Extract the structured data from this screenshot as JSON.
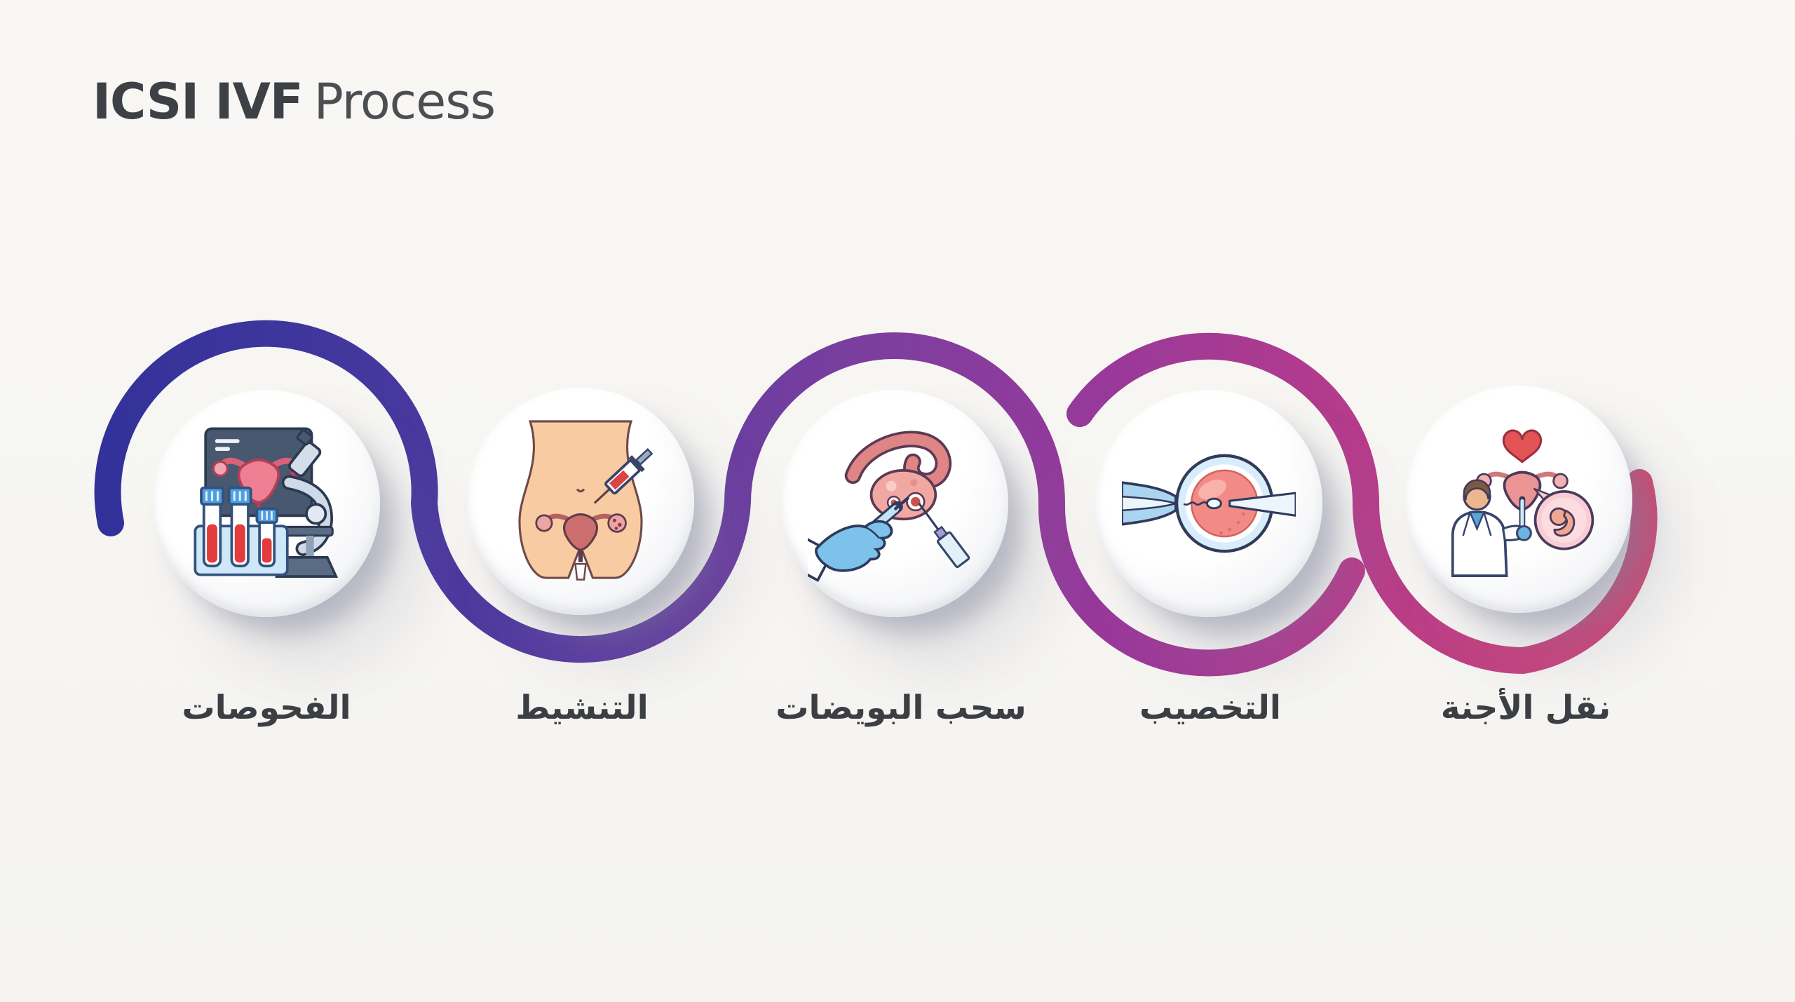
{
  "title": {
    "primary": "ICSI IVF",
    "secondary": "Process"
  },
  "steps": [
    {
      "label": "الفحوصات",
      "icon": "medical-tests-icon"
    },
    {
      "label": "التنشيط",
      "icon": "ovarian-stimulation-icon"
    },
    {
      "label": "سحب البويضات",
      "icon": "egg-retrieval-icon"
    },
    {
      "label": "التخصيب",
      "icon": "icsi-fertilization-icon"
    },
    {
      "label": "نقل الأجنة",
      "icon": "embryo-transfer-icon"
    }
  ],
  "colors": {
    "background": "#f7f6f3",
    "title_primary": "#3d4044",
    "title_secondary": "#4b4e52",
    "label_text": "#3b3e42",
    "ribbon_start": "#32329a",
    "ribbon_middle": "#7d3e9e",
    "ribbon_end": "#cf4a72"
  }
}
